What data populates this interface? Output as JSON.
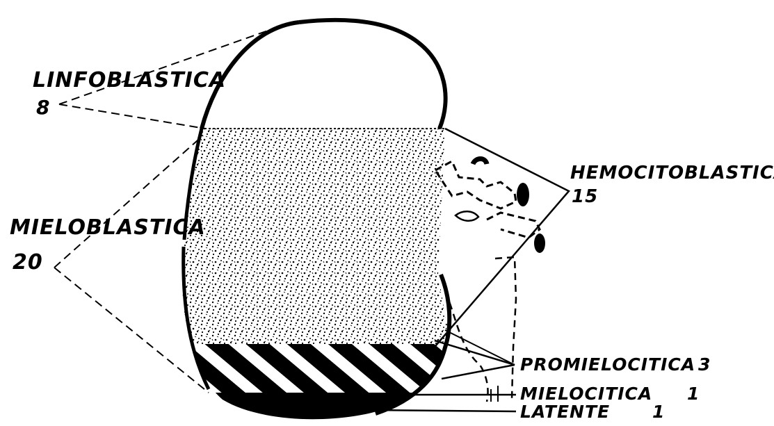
{
  "labels": {
    "linfoblastica": {
      "name": "LINFOBLASTICA",
      "count": "8"
    },
    "mieloblastica": {
      "name": "MIELOBLASTICA",
      "count": "20"
    },
    "hemocitoblastica": {
      "name": "HEMOCITOBLASTICA",
      "count": "15"
    },
    "promielocitica": {
      "name": "PROMIELOCITICA",
      "count": "3"
    },
    "mielocitica": {
      "name": "MIELOCITICA",
      "count": "1"
    },
    "latente": {
      "name": "LATENTE",
      "count": "1"
    }
  },
  "colors": {
    "ink": "#000000",
    "background": "#ffffff"
  }
}
